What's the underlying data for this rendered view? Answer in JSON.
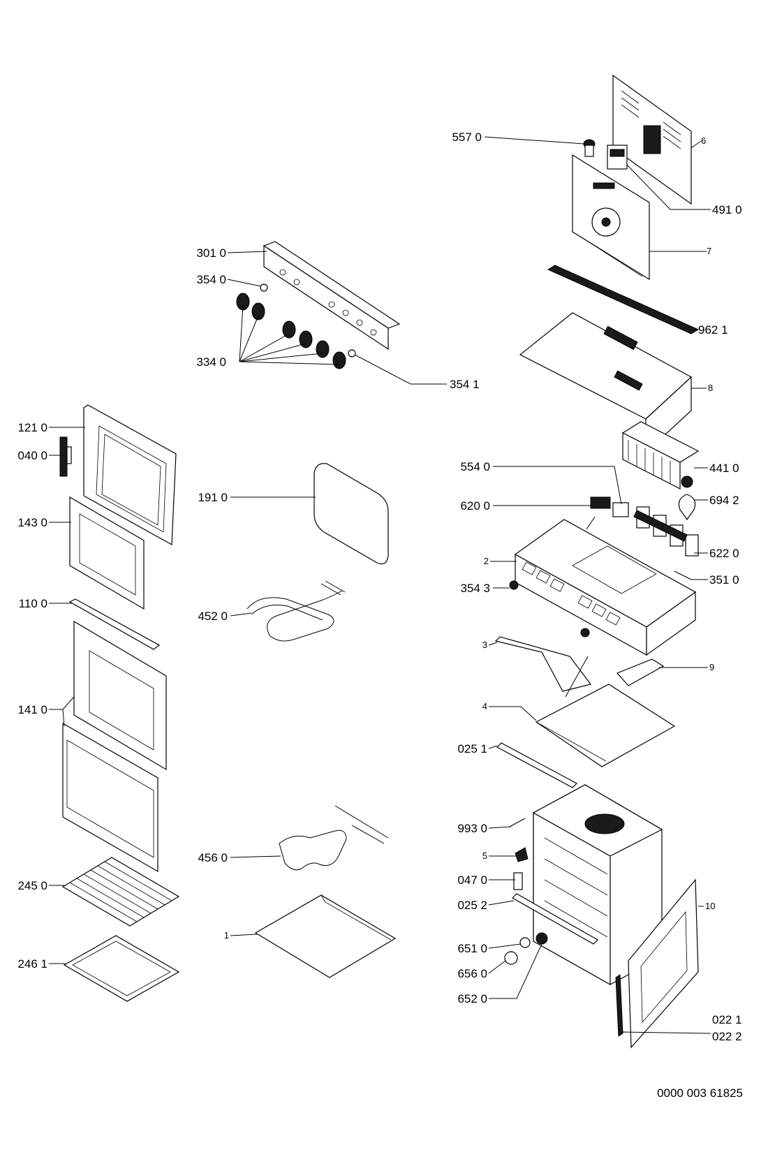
{
  "labels": {
    "l5570": "557 0",
    "l6": "6",
    "l4910": "491 0",
    "l7": "7",
    "l3010": "301 0",
    "l3540": "354 0",
    "l9621": "962 1",
    "l3340": "334 0",
    "l3541": "354 1",
    "l8": "8",
    "l1210": "121 0",
    "l0400": "040 0",
    "l4410": "441 0",
    "l5540": "554 0",
    "l1910": "191 0",
    "l6942": "694 2",
    "l6200": "620 0",
    "l1430": "143 0",
    "l6220": "622 0",
    "l2": "2",
    "l3510": "351 0",
    "l3543": "354 3",
    "l1100": "110 0",
    "l4520": "452 0",
    "l3": "3",
    "l9": "9",
    "l1410": "141 0",
    "l4": "4",
    "l0251": "025 1",
    "l9930": "993 0",
    "l4560": "456 0",
    "l5": "5",
    "l0470": "047 0",
    "l2450": "245 0",
    "l0252": "025 2",
    "l10": "10",
    "l1": "1",
    "l6510": "651 0",
    "l2461": "246 1",
    "l6560": "656 0",
    "l6520": "652 0",
    "l0221": "022 1",
    "l0222": "022 2"
  },
  "footer": {
    "doc_number": "0000 003 61825"
  }
}
